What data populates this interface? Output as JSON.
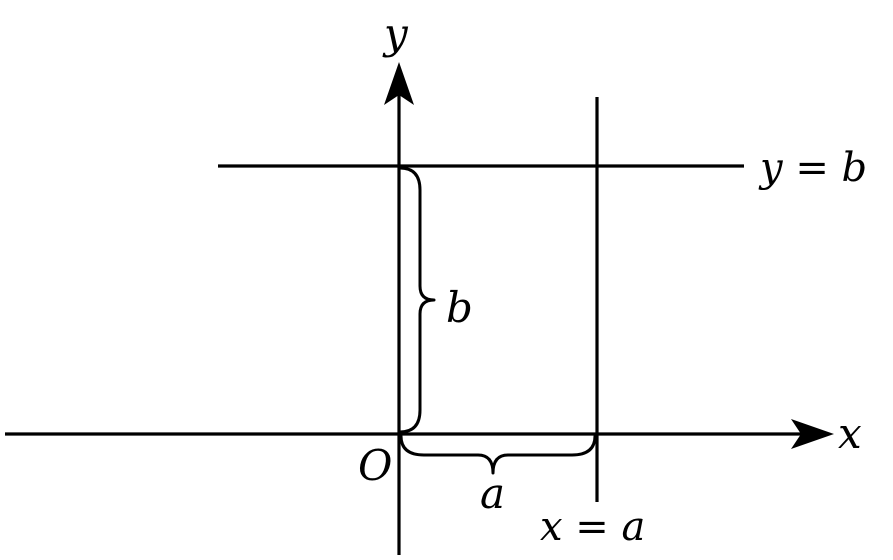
{
  "diagram": {
    "axes": {
      "x_label": "x",
      "y_label": "y",
      "origin_label": "O"
    },
    "lines": {
      "horizontal_label": "y = b",
      "vertical_label": "x = a"
    },
    "braces": {
      "vertical_label": "b",
      "horizontal_label": "a"
    }
  }
}
